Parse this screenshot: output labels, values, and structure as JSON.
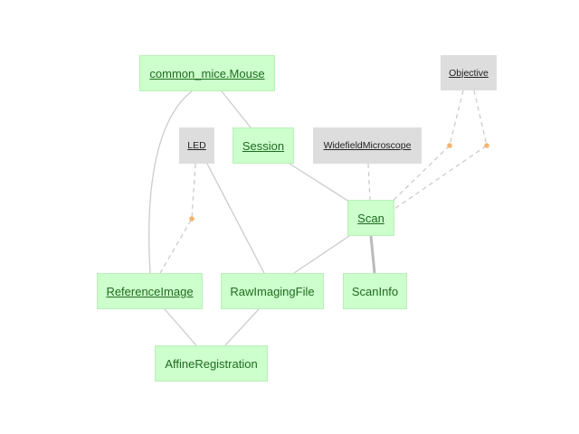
{
  "diagram": {
    "nodes": [
      {
        "id": "mouse",
        "label": "common_mice.Mouse",
        "kind": "green",
        "underline": true
      },
      {
        "id": "objective",
        "label": "Objective",
        "kind": "grey",
        "underline": true
      },
      {
        "id": "led",
        "label": "LED",
        "kind": "grey",
        "underline": true
      },
      {
        "id": "session",
        "label": "Session",
        "kind": "green",
        "underline": true
      },
      {
        "id": "widefield",
        "label": "WidefieldMicroscope",
        "kind": "grey",
        "underline": true
      },
      {
        "id": "scan",
        "label": "Scan",
        "kind": "green",
        "underline": true
      },
      {
        "id": "refimage",
        "label": "ReferenceImage",
        "kind": "green",
        "underline": true
      },
      {
        "id": "rawimaging",
        "label": "RawImagingFile",
        "kind": "green",
        "underline": false
      },
      {
        "id": "scaninfo",
        "label": "ScanInfo",
        "kind": "green",
        "underline": false
      },
      {
        "id": "affine",
        "label": "AffineRegistration",
        "kind": "green",
        "underline": false
      }
    ],
    "edges": [
      {
        "from": "mouse",
        "to": "session",
        "style": "solid"
      },
      {
        "from": "mouse",
        "to": "refimage",
        "style": "solid"
      },
      {
        "from": "led",
        "to": "refimage",
        "style": "dashed-dot"
      },
      {
        "from": "led",
        "to": "rawimaging",
        "style": "solid"
      },
      {
        "from": "session",
        "to": "scan",
        "style": "solid"
      },
      {
        "from": "widefield",
        "to": "scan",
        "style": "dashed"
      },
      {
        "from": "objective",
        "to": "scan",
        "style": "dashed-dot"
      },
      {
        "from": "objective",
        "to": "scan",
        "style": "dashed-dot"
      },
      {
        "from": "scan",
        "to": "rawimaging",
        "style": "solid"
      },
      {
        "from": "scan",
        "to": "scaninfo",
        "style": "bold"
      },
      {
        "from": "refimage",
        "to": "affine",
        "style": "solid"
      },
      {
        "from": "rawimaging",
        "to": "affine",
        "style": "solid"
      }
    ],
    "colors": {
      "green_fill": "#ccffcc",
      "green_text": "#1f6b1f",
      "grey_fill": "#dddddd",
      "edge": "#cccccc",
      "dot": "#f5b46e"
    }
  }
}
